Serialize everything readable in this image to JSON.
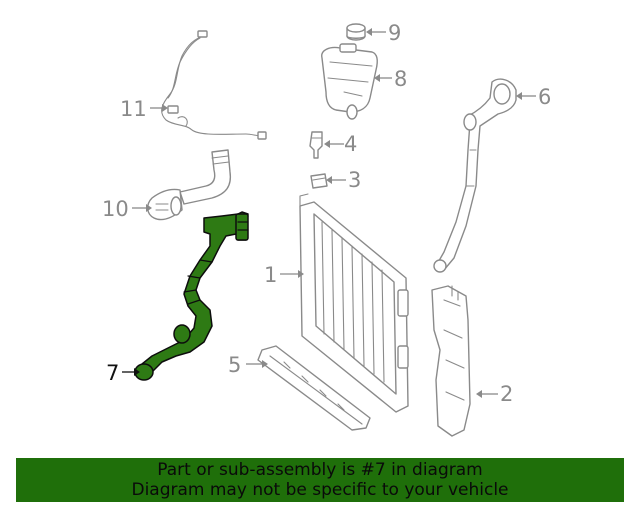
{
  "callouts": [
    {
      "id": "1",
      "label": "1"
    },
    {
      "id": "2",
      "label": "2"
    },
    {
      "id": "3",
      "label": "3"
    },
    {
      "id": "4",
      "label": "4"
    },
    {
      "id": "5",
      "label": "5"
    },
    {
      "id": "6",
      "label": "6"
    },
    {
      "id": "7",
      "label": "7"
    },
    {
      "id": "8",
      "label": "8"
    },
    {
      "id": "9",
      "label": "9"
    },
    {
      "id": "10",
      "label": "10"
    },
    {
      "id": "11",
      "label": "11"
    }
  ],
  "highlighted_part": "7",
  "colors": {
    "highlight_fill": "#2e7a14",
    "banner_bg": "#1f6f0a",
    "line_gray": "#8a8a8a"
  },
  "banner": {
    "line1": "Part or sub-assembly is #7 in diagram",
    "line2": "Diagram may not be specific to your vehicle"
  }
}
